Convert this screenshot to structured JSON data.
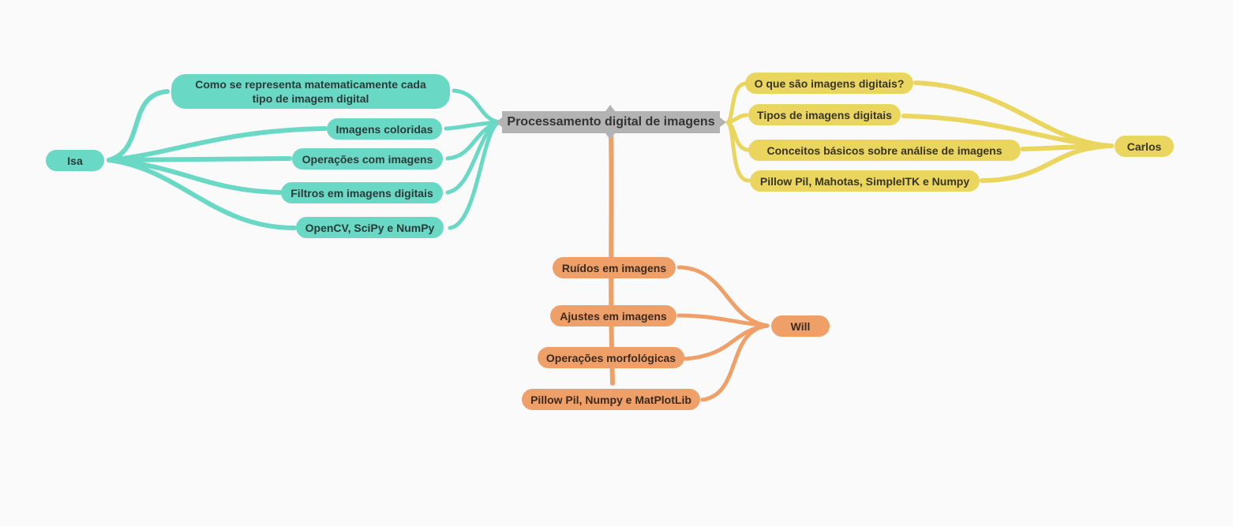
{
  "root": {
    "label": "Processamento digital de imagens"
  },
  "colors": {
    "teal": "#69d8c4",
    "yellow": "#ead55e",
    "orange": "#efa068",
    "root": "#b3b3b3"
  },
  "isa": {
    "label": "Isa",
    "topics": [
      "Como se representa matematicamente cada tipo de imagem digital",
      "Imagens coloridas",
      "Operações com imagens",
      "Filtros em imagens digitais",
      "OpenCV, SciPy e NumPy"
    ]
  },
  "carlos": {
    "label": "Carlos",
    "topics": [
      "O que são imagens digitais?",
      "Tipos de imagens digitais",
      "Conceitos básicos sobre análise de imagens",
      "Pillow Pil, Mahotas, SimpleITK e Numpy"
    ]
  },
  "will": {
    "label": "Will",
    "topics": [
      "Ruídos em imagens",
      "Ajustes em imagens",
      "Operações morfológicas",
      "Pillow Pil, Numpy e MatPlotLib"
    ]
  }
}
